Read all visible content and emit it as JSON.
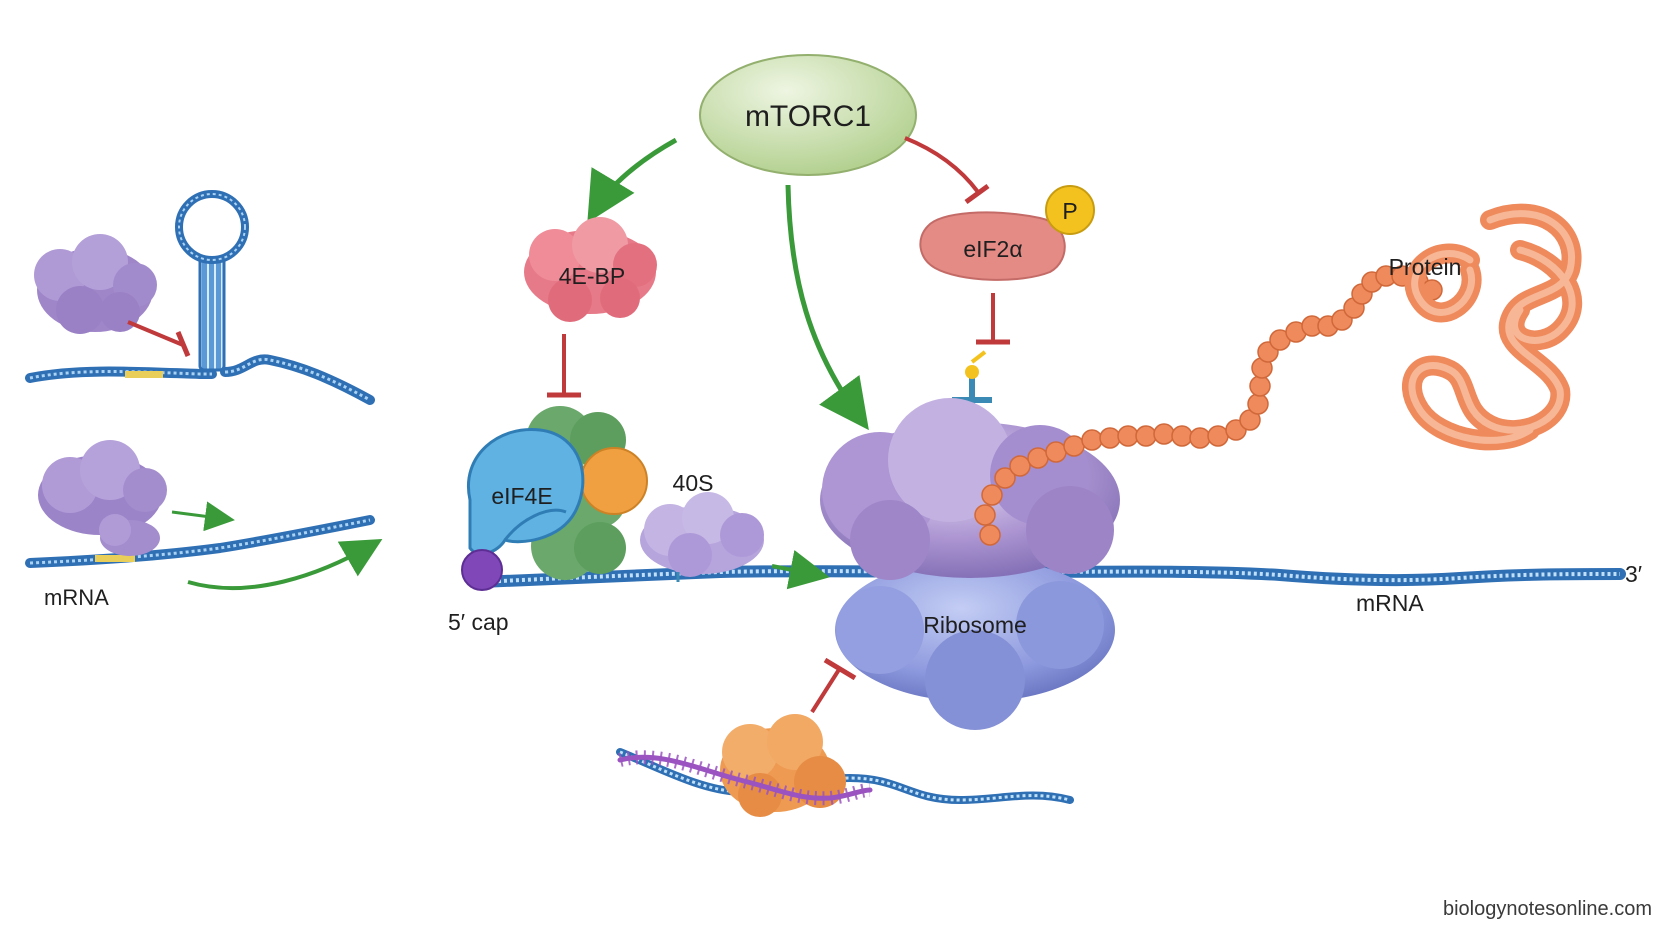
{
  "labels": {
    "mtorc1": "mTORC1",
    "four_ebp": "4E-BP",
    "eif2a": "eIF2α",
    "phospho": "P",
    "eif4e": "eIF4E",
    "forty_s": "40S",
    "five_cap": "5′ cap",
    "ribosome": "Ribosome",
    "mrna_right": "mRNA",
    "mrna_left": "mRNA",
    "three_prime": "3′",
    "protein": "Protein"
  },
  "watermark": "biologynotesonline.com",
  "colors": {
    "activation": "#3a9a3a",
    "inhibition": "#c0393b",
    "mrna": "#3f7fc4",
    "mtorc1": "#cfe2b5",
    "four_ebp": "#e77a88",
    "eif2a": "#e48b86",
    "phospho": "#f4c21f",
    "eif4e": "#5fb2e2",
    "eif4g": "#63a564",
    "eif4a": "#f0a040",
    "cap": "#7f47b8",
    "forty_s": "#b6a4dc",
    "ribosome_large": "#a890cf",
    "ribosome_small": "#8f99dd",
    "protein": "#ee8a5c",
    "mirna": "#9a53c0",
    "risc": "#f0a05a"
  }
}
